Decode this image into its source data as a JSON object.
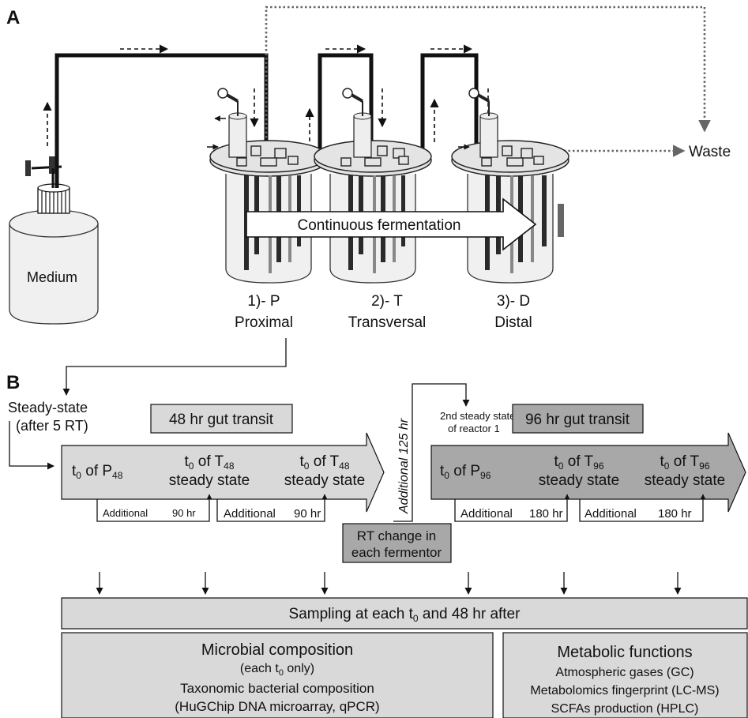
{
  "panels": {
    "a": "A",
    "b": "B"
  },
  "panel_a": {
    "medium": "Medium",
    "waste": "Waste",
    "flow_label": "Continuous fermentation",
    "reactors": [
      {
        "code": "1)- P",
        "name": "Proximal"
      },
      {
        "code": "2)- T",
        "name": "Transversal"
      },
      {
        "code": "3)- D",
        "name": "Distal"
      }
    ]
  },
  "panel_b": {
    "steady_state": {
      "line1": "Steady-state",
      "line2": "(after 5 RT)"
    },
    "transit_48": "48 hr gut transit",
    "transit_96": "96 hr gut transit",
    "additional_125": "Additional 125 hr",
    "second_steady": {
      "line1": "2nd steady state",
      "line2": "of reactor 1"
    },
    "rt_change": {
      "line1": "RT change in",
      "line2": "each fermentor"
    },
    "phase48": [
      {
        "t": "t",
        "sub": "0",
        "of": " of P",
        "osub": "48",
        "line2": ""
      },
      {
        "t": "t",
        "sub": "0",
        "of": " of T",
        "osub": "48",
        "line2": "steady state"
      },
      {
        "t": "t",
        "sub": "0",
        "of": " of T",
        "osub": "48",
        "line2": "steady state"
      }
    ],
    "phase96": [
      {
        "t": "t",
        "sub": "0",
        "of": " of P",
        "osub": "96",
        "line2": ""
      },
      {
        "t": "t",
        "sub": "0",
        "of": " of T",
        "osub": "96",
        "line2": "steady state"
      },
      {
        "t": "t",
        "sub": "0",
        "of": " of T",
        "osub": "96",
        "line2": "steady state"
      }
    ],
    "add48": [
      {
        "word": "Additional",
        "hours": "90 hr"
      },
      {
        "word": "Additional",
        "hours": "90 hr"
      }
    ],
    "add96": [
      {
        "word": "Additional",
        "hours": "180 hr"
      },
      {
        "word": "Additional",
        "hours": "180 hr"
      }
    ],
    "sampling": {
      "pre": "Sampling at each t",
      "sub": "0",
      "post": " and 48 hr after"
    },
    "microbial": {
      "title": "Microbial composition",
      "note_pre": "(each t",
      "note_sub": "0",
      "note_post": " only)",
      "line1": "Taxonomic bacterial composition",
      "line2": "(HuGChip DNA microarray, qPCR)"
    },
    "metabolic": {
      "title": "Metabolic functions",
      "line1": "Atmospheric gases (GC)",
      "line2": "Metabolomics fingerprint (LC-MS)",
      "line3": "SCFAs production (HPLC)"
    }
  }
}
